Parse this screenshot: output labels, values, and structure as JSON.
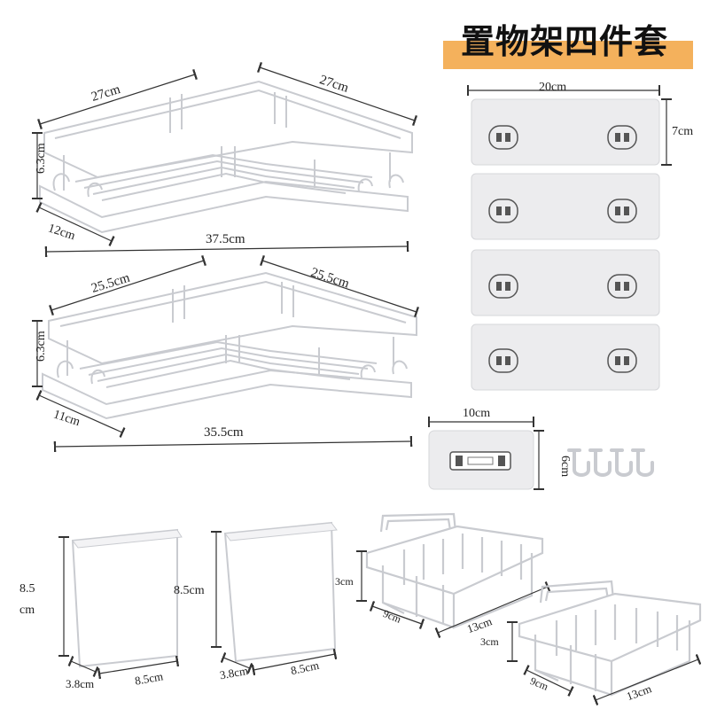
{
  "title": "置物架四件套",
  "colors": {
    "banner": "#f4b15c",
    "product": "#ffffff",
    "outline": "#c9cbd0",
    "plate": "#ececee",
    "dim": "#333333"
  },
  "large_shelf": {
    "side_a": "27cm",
    "side_b": "27cm",
    "height": "6.3cm",
    "depth": "12cm",
    "width": "37.5cm"
  },
  "small_shelf": {
    "side_a": "25.5cm",
    "side_b": "25.5cm",
    "height": "6.3cm",
    "depth": "11cm",
    "width": "35.5cm"
  },
  "adhesive_plate": {
    "width": "20cm",
    "height": "7cm",
    "count": 4
  },
  "small_plate": {
    "width": "10cm",
    "height": "6cm"
  },
  "hooks": {
    "count": 4
  },
  "cup_left": {
    "height_line1": "8.5",
    "height_line2": "cm",
    "depth": "3.8cm",
    "width": "8.5cm"
  },
  "cup_right": {
    "height": "8.5cm",
    "depth": "3.8cm",
    "width": "8.5cm"
  },
  "soap_tray_top": {
    "height": "3cm",
    "depth": "9cm",
    "width": "13cm"
  },
  "soap_tray_bottom": {
    "height": "3cm",
    "depth": "9cm",
    "width": "13cm"
  }
}
